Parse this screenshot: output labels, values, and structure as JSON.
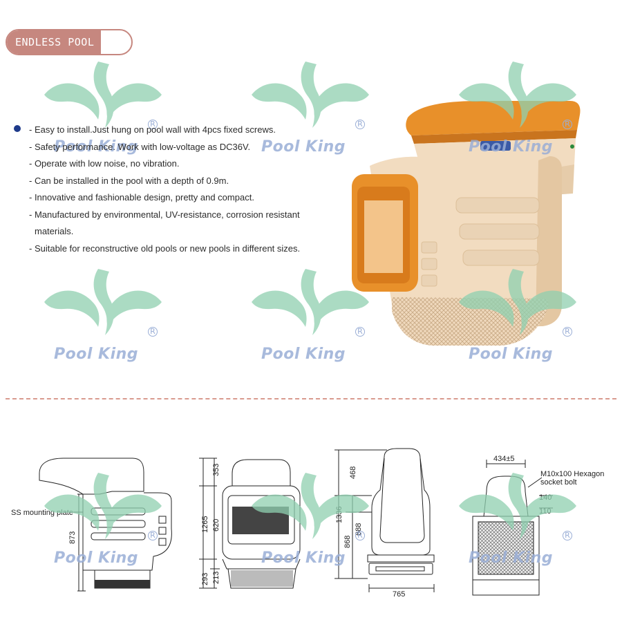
{
  "header": {
    "title": "ENDLESS POOL"
  },
  "features": [
    "- Easy to install.Just hung on pool wall with 4pcs fixed screws.",
    "- Safety performance. Work with low-voltage as DC36V.",
    "- Operate with low noise, no vibration.",
    "- Can be installed in the pool with a depth of 0.9m.",
    "- Innovative and fashionable design, pretty and compact.",
    "- Manufactured by environmental, UV-resistance, corrosion resistant materials.",
    "- Suitable for reconstructive old pools or new pools in different sizes."
  ],
  "watermark": {
    "brand": "Pool King",
    "reg": "R"
  },
  "drawings": {
    "side": {
      "label": "SS mounting plate",
      "height": "873"
    },
    "front": {
      "total": "1265",
      "top": "353",
      "mid": "620",
      "bottom": "293",
      "base": "213"
    },
    "back": {
      "total": "1336",
      "top": "468",
      "lower": "868",
      "mid": "688",
      "width": "765"
    },
    "rear": {
      "width": "434±5",
      "bolt_line1": "M10x100 Hexagon",
      "bolt_line2": "socket bolt",
      "dim1": "140",
      "dim2": "110"
    }
  },
  "colors": {
    "accent": "#c6877f",
    "orange": "#e8902a",
    "body": "#f2dcc0",
    "watermark": "#8fd0b0"
  }
}
